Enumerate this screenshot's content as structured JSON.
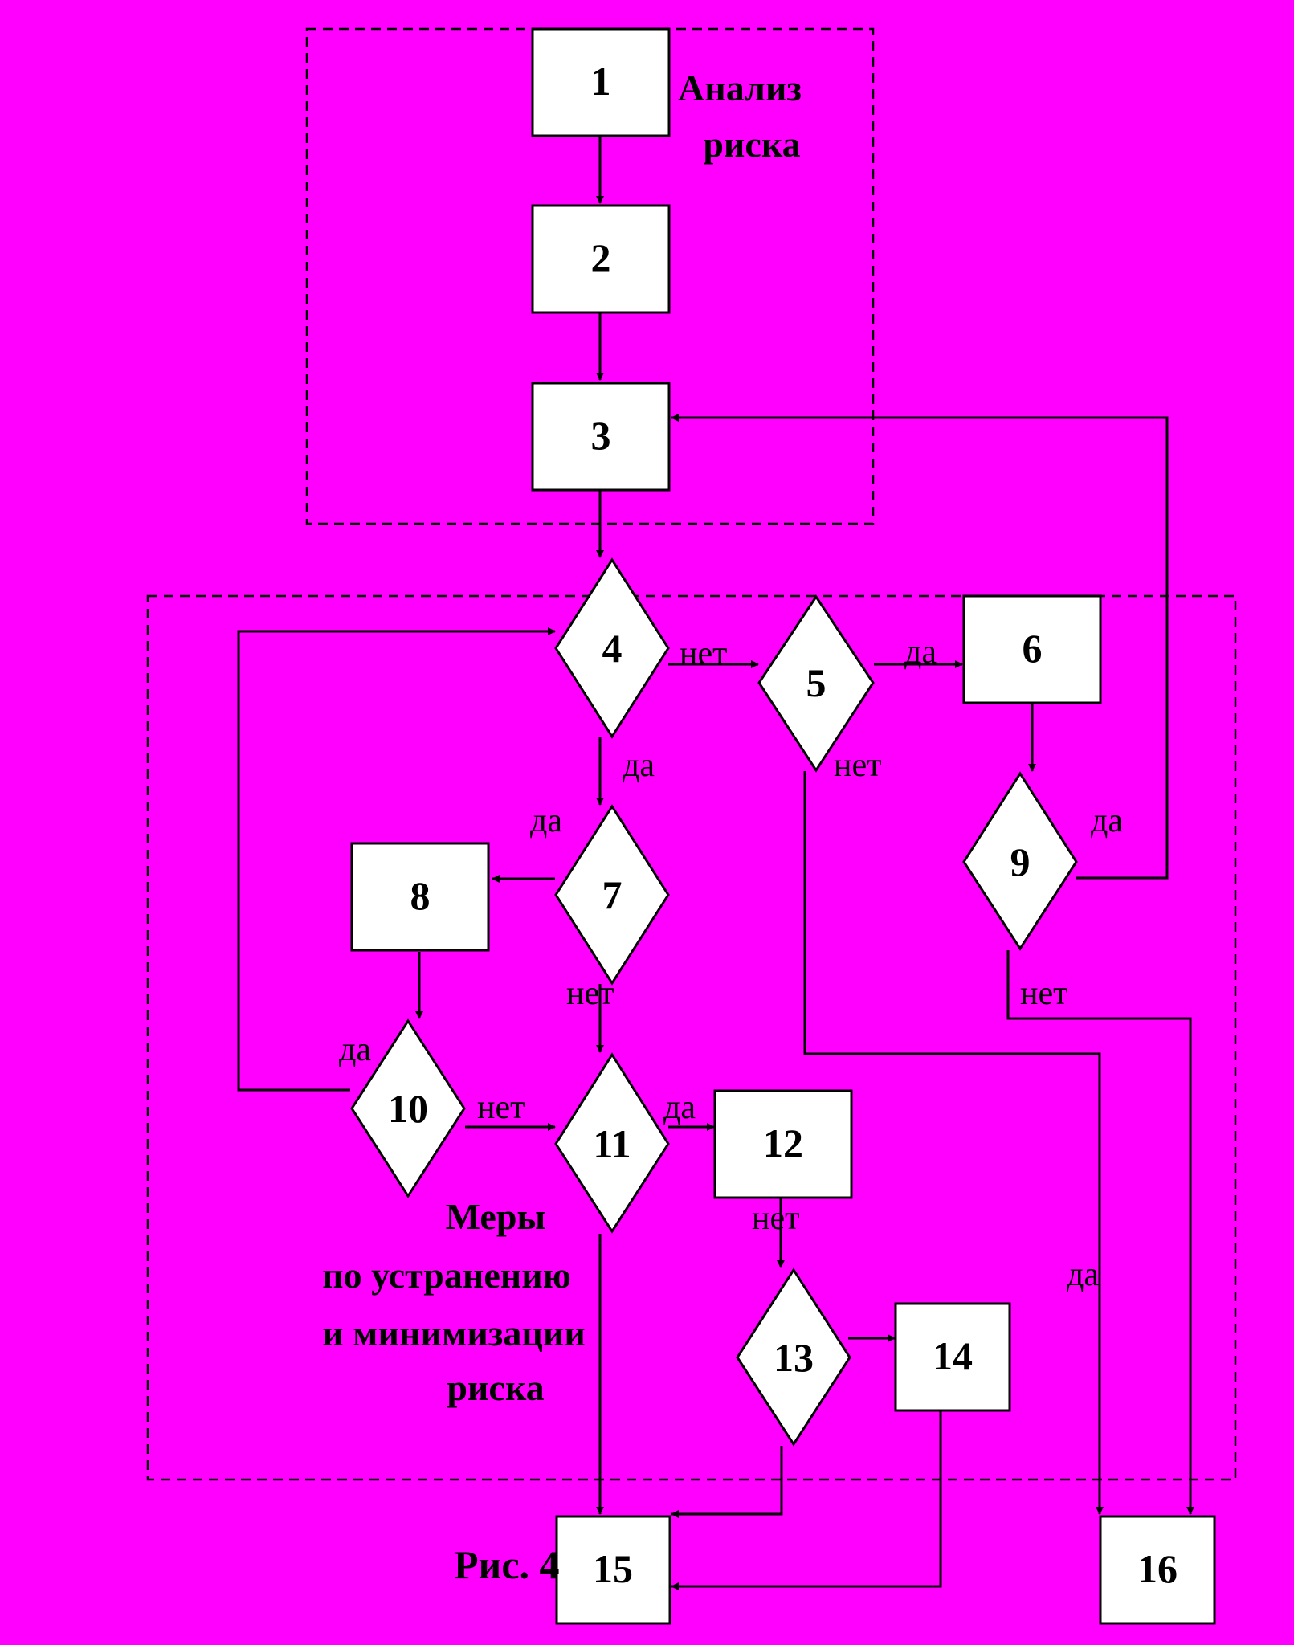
{
  "nodes": {
    "n1": "1",
    "n2": "2",
    "n3": "3",
    "n4": "4",
    "n5": "5",
    "n6": "6",
    "n7": "7",
    "n8": "8",
    "n9": "9",
    "n10": "10",
    "n11": "11",
    "n12": "12",
    "n13": "13",
    "n14": "14",
    "n15": "15",
    "n16": "16"
  },
  "edge_labels": {
    "yes": "да",
    "no": "нет"
  },
  "regions": {
    "analysis": [
      "Анализ",
      "риска"
    ],
    "measures": [
      "Меры",
      "по устранению",
      "и минимизации",
      "риска"
    ]
  },
  "caption": "Рис. 4",
  "colors": {
    "background": "#ff00ff",
    "node_fill": "#ffffff",
    "stroke": "#000000"
  }
}
